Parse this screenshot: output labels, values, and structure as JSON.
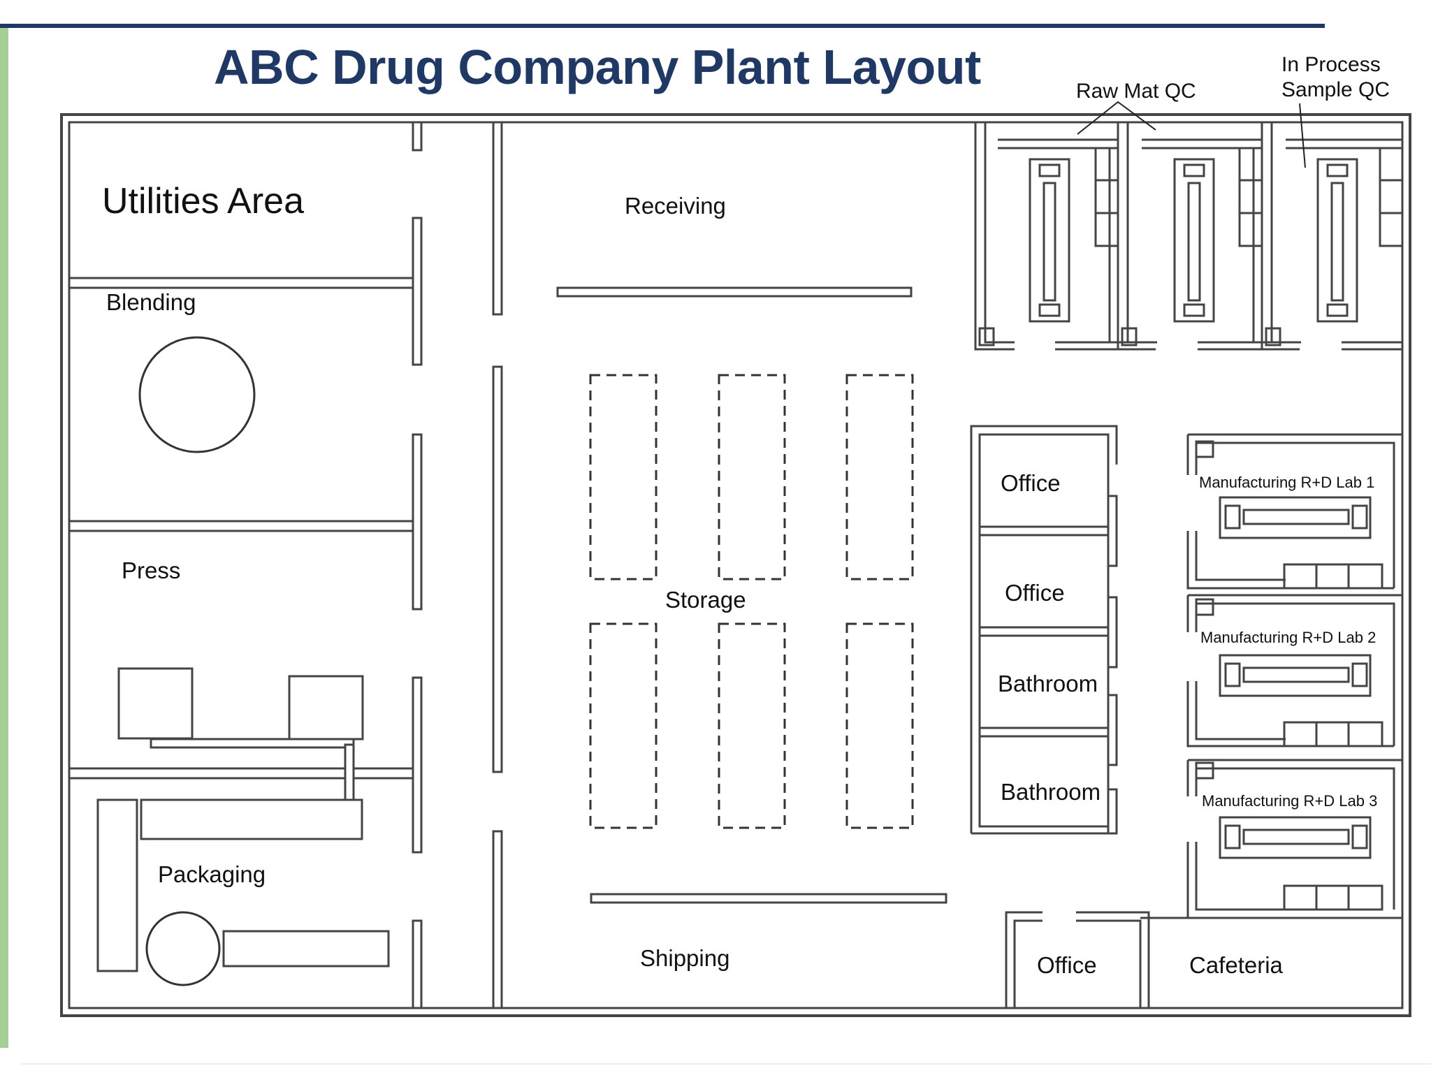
{
  "title": "ABC Drug Company Plant Layout",
  "areas": {
    "utilities": "Utilities Area",
    "blending": "Blending",
    "press": "Press",
    "packaging": "Packaging",
    "receiving": "Receiving",
    "storage": "Storage",
    "shipping": "Shipping",
    "office_1": "Office",
    "office_2": "Office",
    "bathroom_1": "Bathroom",
    "bathroom_2": "Bathroom",
    "office_3": "Office",
    "cafeteria": "Cafeteria"
  },
  "labs": {
    "raw_mat_qc": "Raw Mat QC",
    "in_process_qc": "In Process\nSample QC",
    "mfg_lab_1": "Manufacturing R+D Lab 1",
    "mfg_lab_2": "Manufacturing R+D Lab 2",
    "mfg_lab_3": "Manufacturing R+D Lab 3"
  },
  "colors": {
    "title": "#1f3864",
    "accent_bar": "#a6cf96",
    "walls": "#444444"
  }
}
